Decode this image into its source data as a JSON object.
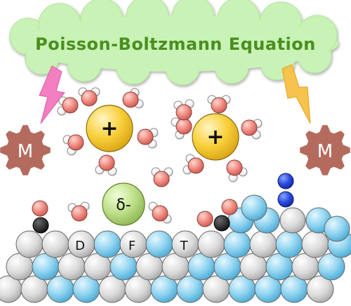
{
  "title": "Poisson-Boltzmann Equation",
  "model_icon_left": {
    "label": "M",
    "icon": "gear-icon"
  },
  "model_icon_right": {
    "label": "M",
    "icon": "gear-icon"
  },
  "cations": [
    {
      "charge": "+"
    },
    {
      "charge": "+"
    }
  ],
  "adsorbate_ion": {
    "label": "δ-"
  },
  "site_labels": [
    "D",
    "F",
    "T"
  ],
  "colors": {
    "cloud": "#c9f2b6",
    "title_text": "#4a8f1f",
    "gear": "#b46b5e",
    "bolt_left": "#f47fc0",
    "bolt_right": "#f7c24d",
    "atom_white": "#d8d8d8",
    "atom_blue": "#8fd3f0",
    "oxygen": "#f08a80",
    "hydrogen": "#ffffff",
    "cation": "#f8cf3a",
    "anion": "#bfe08a",
    "carbon": "#2a2a2a",
    "nitrogen": "#1f3fd6"
  }
}
